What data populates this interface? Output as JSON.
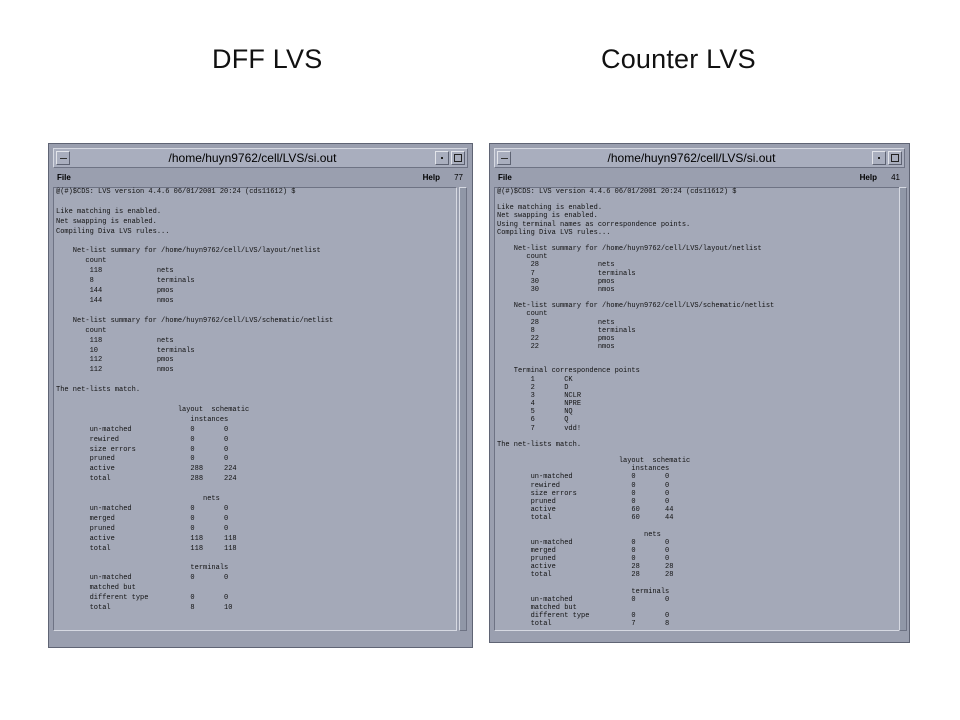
{
  "headings": {
    "left": "DFF LVS",
    "right": "Counter LVS"
  },
  "windows": [
    {
      "title": "/home/huyn9762/cell/LVS/si.out",
      "menu": {
        "file": "File",
        "help": "Help"
      },
      "line_count": "77",
      "text": "@(#)$CDS: LVS version 4.4.6 06/01/2001 20:24 (cds11612) $\n\nLike matching is enabled.\nNet swapping is enabled.\nCompiling Diva LVS rules...\n\n    Net-list summary for /home/huyn9762/cell/LVS/layout/netlist\n       count\n        118             nets\n        8               terminals\n        144             pmos\n        144             nmos\n\n    Net-list summary for /home/huyn9762/cell/LVS/schematic/netlist\n       count\n        118             nets\n        10              terminals\n        112             pmos\n        112             nmos\n\nThe net-lists match.\n\n                             layout  schematic\n                                instances\n        un-matched              0       0\n        rewired                 0       0\n        size errors             0       0\n        pruned                  0       0\n        active                  288     224\n        total                   288     224\n\n                                   nets\n        un-matched              0       0\n        merged                  0       0\n        pruned                  0       0\n        active                  118     118\n        total                   118     118\n\n                                terminals\n        un-matched              0       0\n        matched but\n        different type          0       0\n        total                   8       10"
    },
    {
      "title": "/home/huyn9762/cell/LVS/si.out",
      "menu": {
        "file": "File",
        "help": "Help"
      },
      "line_count": "41",
      "text": "@(#)$CDS: LVS version 4.4.6 06/01/2001 20:24 (cds11612) $\n\nLike matching is enabled.\nNet swapping is enabled.\nUsing terminal names as correspondence points.\nCompiling Diva LVS rules...\n\n    Net-list summary for /home/huyn9762/cell/LVS/layout/netlist\n       count\n        28              nets\n        7               terminals\n        30              pmos\n        30              nmos\n\n    Net-list summary for /home/huyn9762/cell/LVS/schematic/netlist\n       count\n        28              nets\n        8               terminals\n        22              pmos\n        22              nmos\n\n\n    Terminal correspondence points\n        1       CK\n        2       D\n        3       NCLR\n        4       NPRE\n        5       NQ\n        6       Q\n        7       vdd!\n\nThe net-lists match.\n\n                             layout  schematic\n                                instances\n        un-matched              0       0\n        rewired                 0       0\n        size errors             0       0\n        pruned                  0       0\n        active                  60      44\n        total                   60      44\n\n                                   nets\n        un-matched              0       0\n        merged                  0       0\n        pruned                  0       0\n        active                  28      28\n        total                   28      28\n\n                                terminals\n        un-matched              0       0\n        matched but\n        different type          0       0\n        total                   7       8"
    }
  ]
}
